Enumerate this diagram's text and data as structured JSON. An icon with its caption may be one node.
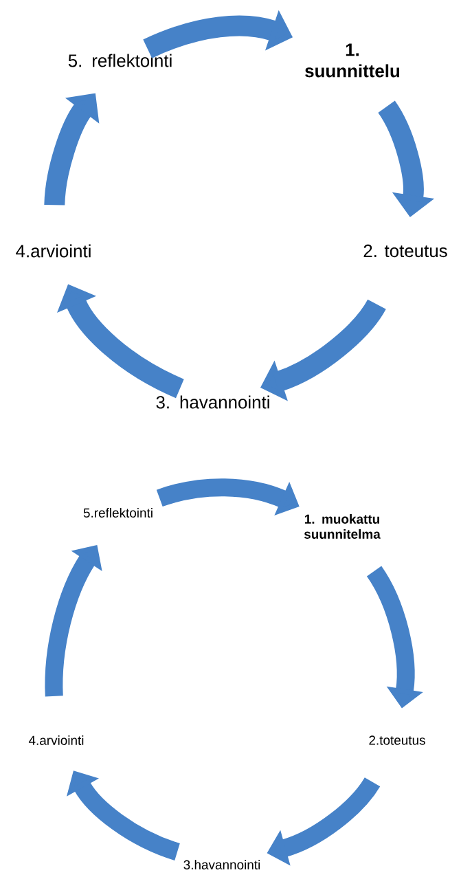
{
  "diagram": {
    "nodes": [
      {
        "text": [
          "1. suunnittelu"
        ]
      },
      {
        "text": [
          "2. toteutus"
        ]
      },
      {
        "text": [
          "3. havannointi"
        ]
      },
      {
        "text": [
          "4.arviointi"
        ]
      },
      {
        "text": [
          "5. reflektointi"
        ]
      },
      {
        "text": [
          "1. muokattu suunnitelma"
        ]
      },
      {
        "text": [
          "2.toteutus"
        ]
      },
      {
        "text": [
          "3.havannointi"
        ]
      },
      {
        "text": [
          "4.arviointi"
        ]
      },
      {
        "text": [
          "5.reflektointi"
        ]
      }
    ],
    "edges": [
      {
        "from": 0,
        "to": 1,
        "arrow": "to"
      },
      {
        "from": 1,
        "to": 2,
        "arrow": "to"
      },
      {
        "from": 2,
        "to": 3,
        "arrow": "to"
      },
      {
        "from": 3,
        "to": 4,
        "arrow": "to"
      },
      {
        "from": 4,
        "to": 0,
        "arrow": "to"
      },
      {
        "from": 5,
        "to": 6,
        "arrow": "to"
      },
      {
        "from": 6,
        "to": 7,
        "arrow": "to"
      },
      {
        "from": 7,
        "to": 8,
        "arrow": "to"
      },
      {
        "from": 8,
        "to": 9,
        "arrow": "to"
      },
      {
        "from": 9,
        "to": 5,
        "arrow": "to"
      }
    ]
  }
}
